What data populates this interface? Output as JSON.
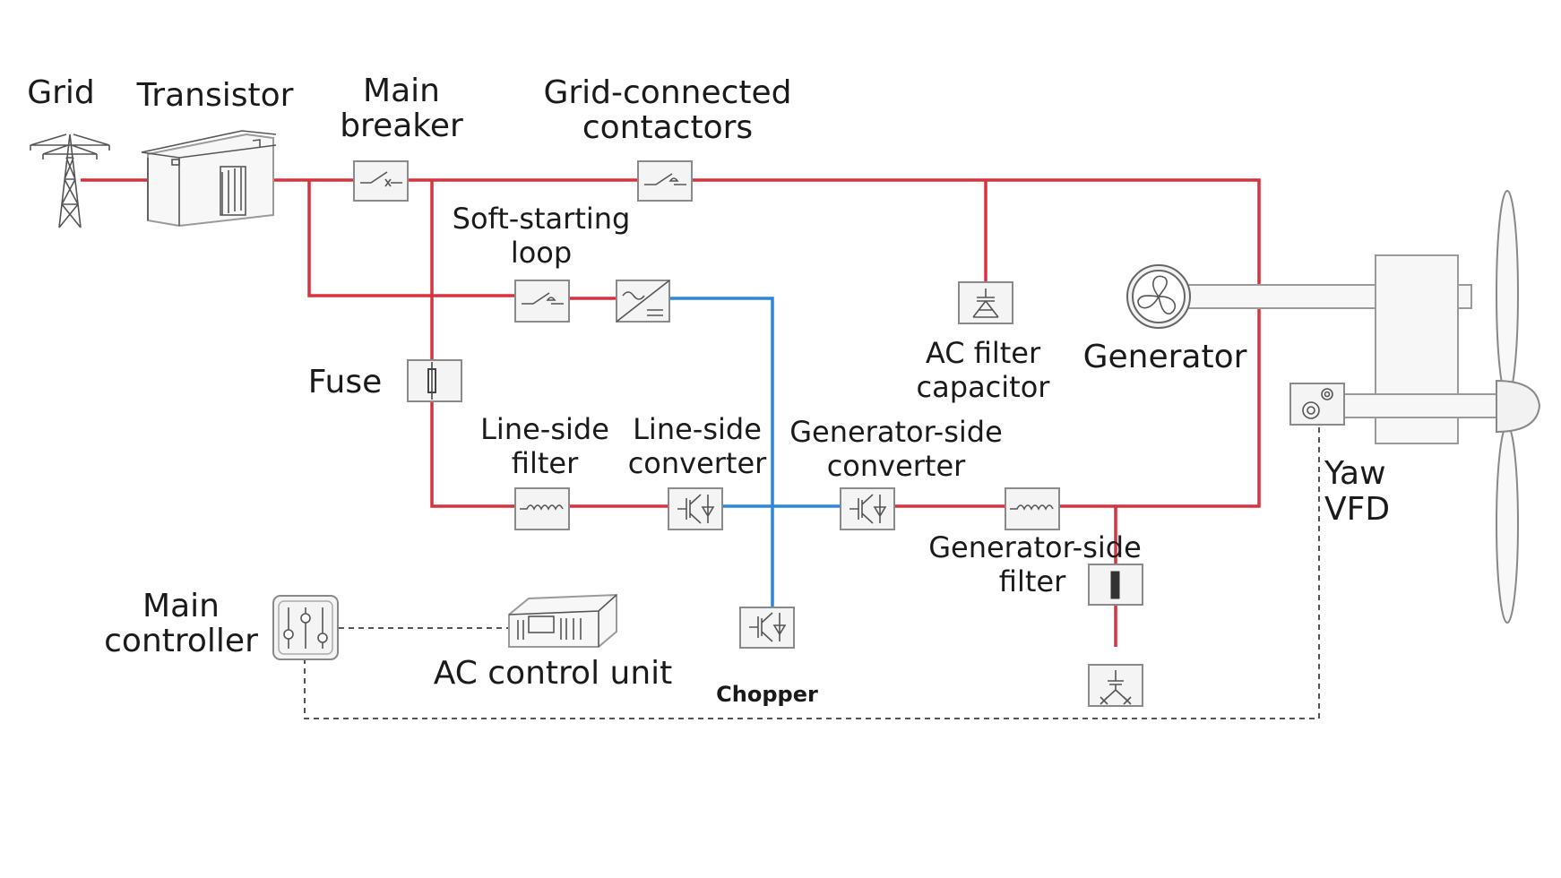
{
  "labels": {
    "grid": "Grid",
    "transistor": "Transistor",
    "main_breaker": [
      "Main",
      "breaker"
    ],
    "grid_contactors": [
      "Grid-connected",
      "contactors"
    ],
    "soft_start": [
      "Soft-starting",
      "loop"
    ],
    "fuse": "Fuse",
    "ac_filter_cap": [
      "AC filter",
      "capacitor"
    ],
    "generator": "Generator",
    "line_filter": [
      "Line-side",
      "filter"
    ],
    "line_converter": [
      "Line-side",
      "converter"
    ],
    "gen_converter": [
      "Generator-side",
      "converter"
    ],
    "gen_filter": [
      "Generator-side",
      "filter"
    ],
    "yaw_vfd": [
      "Yaw",
      "VFD"
    ],
    "main_controller": [
      "Main",
      "controller"
    ],
    "ac_control_unit": "AC control unit",
    "chopper": "Chopper"
  },
  "colors": {
    "ac_line": "#d8323f",
    "dc_line": "#2d86db",
    "control_line": "#555555"
  }
}
